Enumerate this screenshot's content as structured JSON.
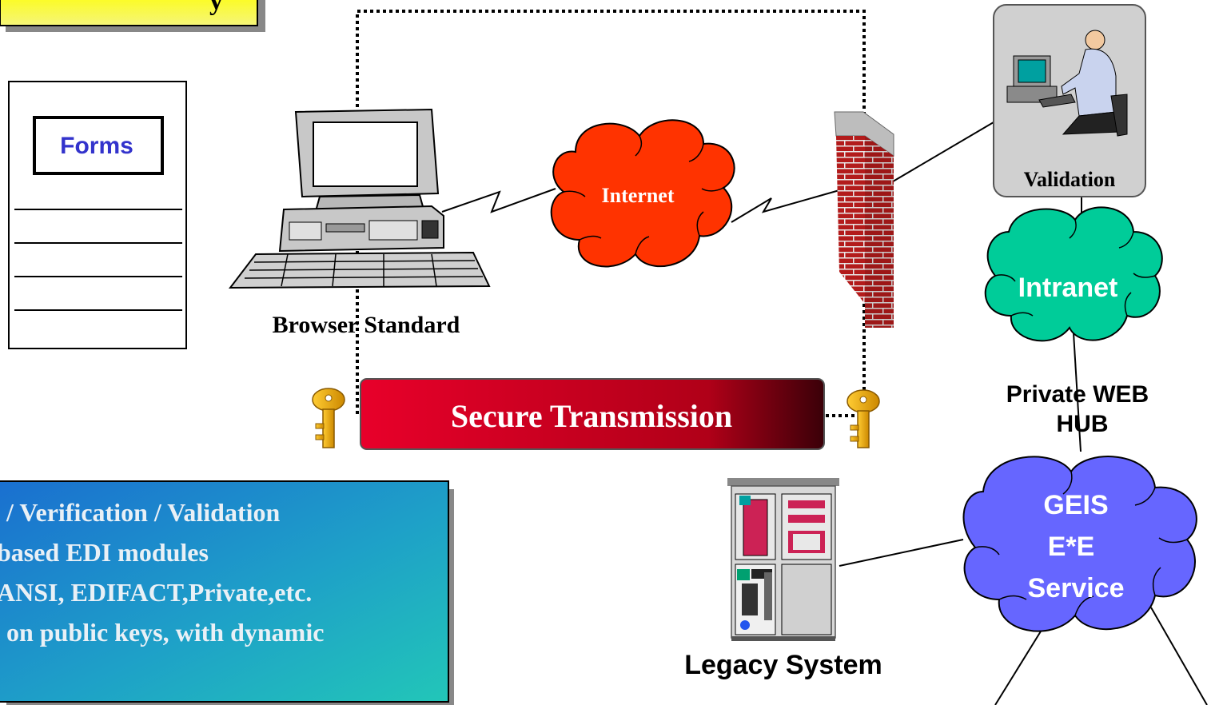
{
  "title_fragment": "y",
  "forms_label": "Forms",
  "browser_label": "Browser Standard",
  "internet_label": "Internet",
  "validation_label": "Validation",
  "intranet_label": "Intranet",
  "hub_label_line1": "Private WEB",
  "hub_label_line2": "HUB",
  "secure_label": "Secure Transmission",
  "geis_line1": "GEIS",
  "geis_line2": "E*E",
  "geis_line3": "Service",
  "legacy_label": "Legacy System",
  "bullets": [
    "/ Verification / Validation",
    "based EDI modules",
    "ANSI, EDIFACT,Private,etc.",
    "on public keys, with dynamic"
  ],
  "colors": {
    "internet": "#ff3300",
    "intranet": "#00cc99",
    "geis": "#6666ff",
    "forms_text": "#3333cc",
    "secure_band": "#cc0022",
    "title_box": "#ffff33",
    "info_box": "#1e90c8"
  }
}
